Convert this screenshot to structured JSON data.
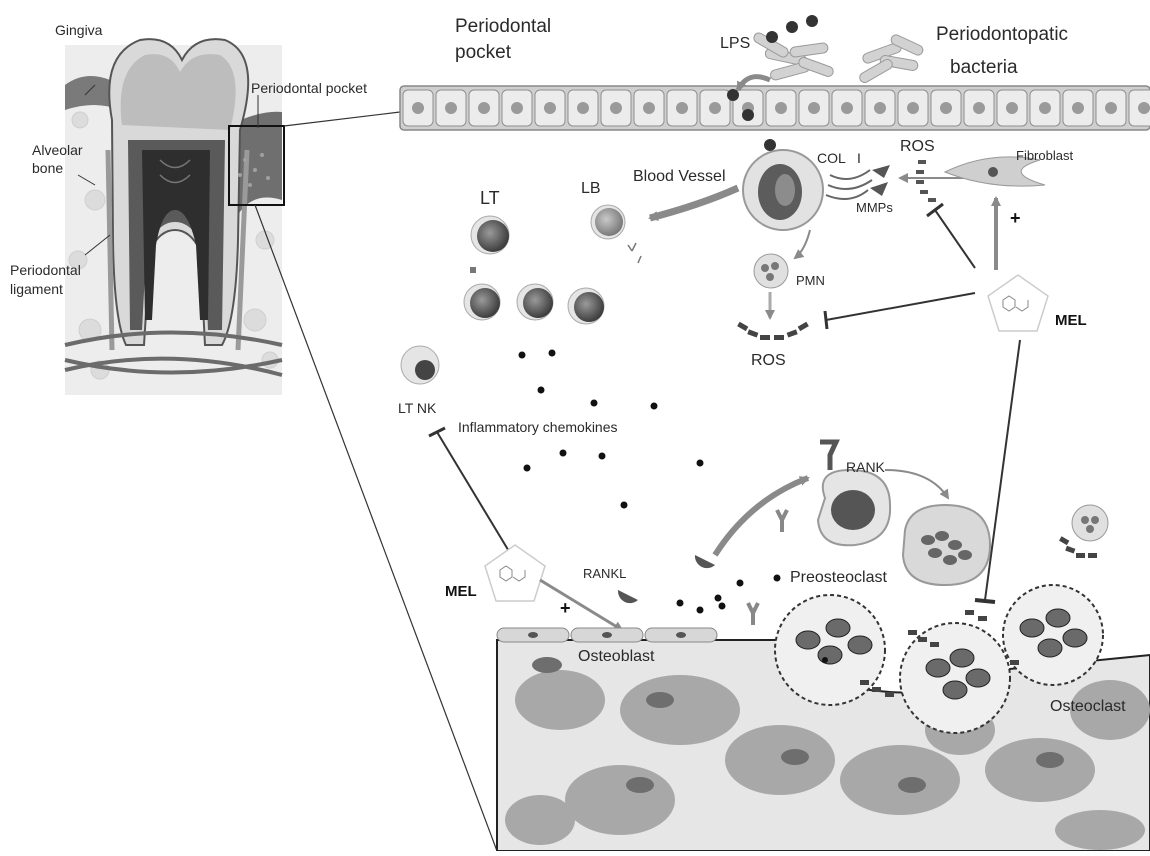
{
  "labels": {
    "gingiva": "Gingiva",
    "alveolar_bone_line1": "Alveolar",
    "alveolar_bone_line2": "bone",
    "periodontal_ligament_line1": "Periodontal",
    "periodontal_ligament_line2": "ligament",
    "periodontal_pocket_small": "Periodontal pocket",
    "periodontal_pocket_line1": "Periodontal",
    "periodontal_pocket_line2": "pocket",
    "lps": "LPS",
    "bacteria_line1": "Periodontopatic",
    "bacteria_line2": "bacteria",
    "blood_vessel": "Blood Vessel",
    "col": "COL",
    "col_roman": "I",
    "mmps": "MMPs",
    "ros_top": "ROS",
    "fibroblast": "Fibroblast",
    "lt": "LT",
    "lb": "LB",
    "pmn": "PMN",
    "ros_bottom": "ROS",
    "mel_right": "MEL",
    "lt_nk": "LT NK",
    "inflammatory_chemokines": "Inflammatory chemokines",
    "rank": "RANK",
    "rankl": "RANKL",
    "preosteoclast": "Preosteoclast",
    "mel_left": "MEL",
    "osteoblast": "Osteoblast",
    "osteoclast": "Osteoclast",
    "plus_left": "+",
    "plus_right": "+"
  },
  "colors": {
    "background": "#ffffff",
    "bone": "#e6e6e6",
    "bone_cell": "#a8a8a8",
    "epithelium": "#d9d9d9",
    "dark_cell": "#555555",
    "arrow": "#8a8a8a",
    "inhibitor": "#333333"
  }
}
